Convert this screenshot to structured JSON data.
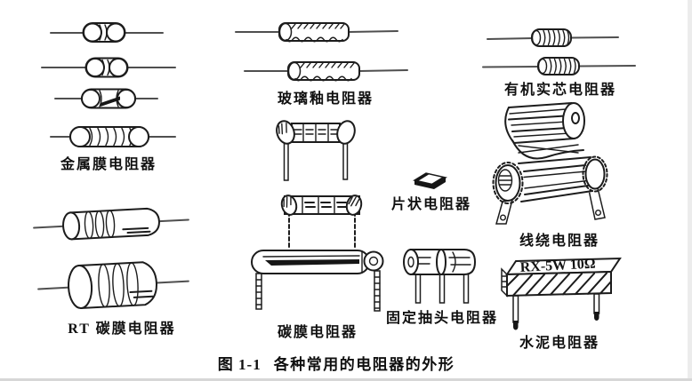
{
  "figure_caption": {
    "number": "图 1-1",
    "title": "各种常用的电阻器的外形"
  },
  "resistor_labels": {
    "metal_film": "金属膜电阻器",
    "rt_carbon_film": "RT 碳膜电阻器",
    "glass_glaze": "玻璃釉电阻器",
    "chip": "片状电阻器",
    "carbon_film": "碳膜电阻器",
    "fixed_tap": "固定抽头电阻器",
    "organic_solid": "有机实芯电阻器",
    "wire_wound": "线绕电阻器",
    "cement": "水泥电阻器"
  },
  "component_markings": {
    "cement_resistor_text": "RX-5W 10Ω"
  },
  "colors": {
    "ink": "#1c1c1c",
    "lead_line": "#4f4f4f",
    "background": "#ffffff"
  }
}
